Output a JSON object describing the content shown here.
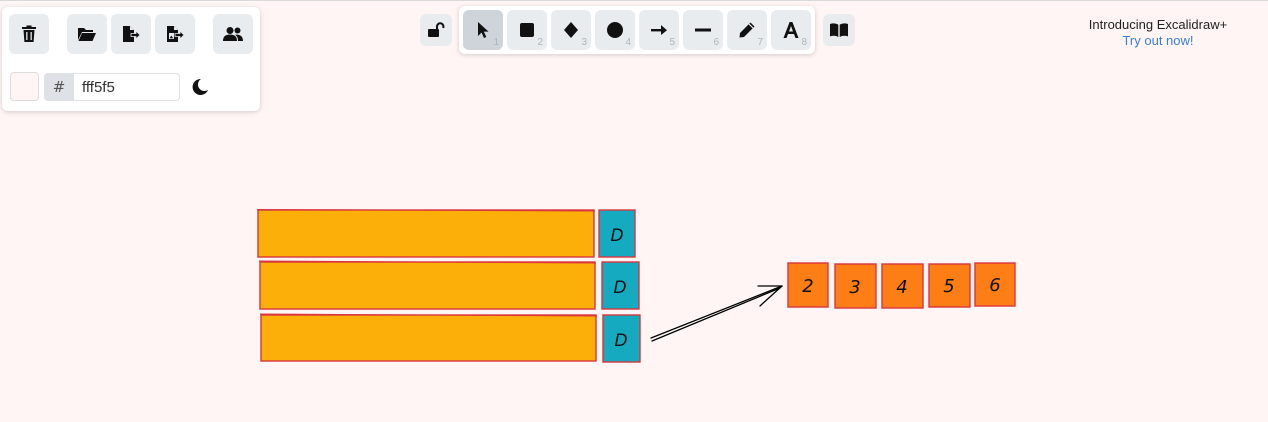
{
  "panel": {
    "buttons": [
      {
        "name": "clear-canvas",
        "icon": "trash-icon"
      },
      {
        "name": "open-file",
        "icon": "folder-open-icon"
      },
      {
        "name": "save-file",
        "icon": "file-export-icon"
      },
      {
        "name": "export-image",
        "icon": "image-export-icon"
      },
      {
        "name": "collaboration",
        "icon": "users-icon"
      }
    ],
    "background": {
      "hash_label": "#",
      "hex_value": "fff5f5",
      "swatch_color": "#fff5f5"
    },
    "theme_icon": "moon-icon"
  },
  "toolbar": {
    "lock_icon": "lock-open-icon",
    "tools": [
      {
        "name": "selection",
        "icon": "pointer-icon",
        "shortcut": "1",
        "selected": true
      },
      {
        "name": "rectangle",
        "icon": "square-icon",
        "shortcut": "2"
      },
      {
        "name": "diamond",
        "icon": "diamond-icon",
        "shortcut": "3"
      },
      {
        "name": "ellipse",
        "icon": "circle-icon",
        "shortcut": "4"
      },
      {
        "name": "arrow",
        "icon": "arrow-right-icon",
        "shortcut": "5"
      },
      {
        "name": "line",
        "icon": "line-icon",
        "shortcut": "6"
      },
      {
        "name": "draw",
        "icon": "pencil-icon",
        "shortcut": "7"
      },
      {
        "name": "text",
        "icon": "text-icon",
        "shortcut": "8"
      }
    ],
    "library_icon": "book-icon"
  },
  "promo": {
    "title": "Introducing Excalidraw+",
    "link": "Try out now!"
  },
  "canvas": {
    "colors": {
      "bar_fill": "#fcaf08",
      "bar_stroke": "#d9363e",
      "tag_fill": "#15aabf",
      "tag_stroke": "#d9363e",
      "box_fill": "#fd7e14",
      "box_stroke": "#d9363e",
      "arrow_stroke": "#000000"
    },
    "rows": [
      {
        "tag": "D"
      },
      {
        "tag": "D"
      },
      {
        "tag": "D"
      }
    ],
    "boxes": [
      "2",
      "3",
      "4",
      "5",
      "6"
    ]
  }
}
